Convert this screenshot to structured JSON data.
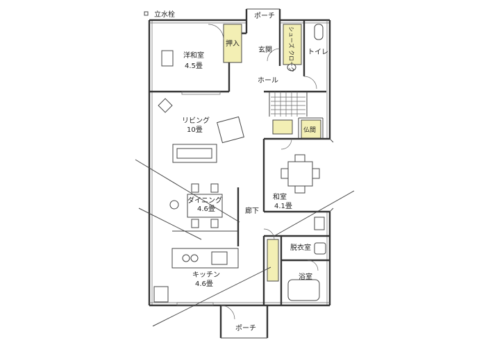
{
  "labels": {
    "water_valve": "立水栓",
    "porch_top": "ポーチ",
    "oshiire": "押入",
    "genkan": "玄関",
    "shoes_closet": "シューズ クローク",
    "toilet": "トイレ",
    "hall": "ホール",
    "western_room": "洋和室",
    "western_room_size": "4.5畳",
    "living": "リビング",
    "living_size": "10畳",
    "butsuma": "仏間",
    "japanese_room": "和室",
    "japanese_room_size": "4.1畳",
    "dining": "ダイニング",
    "dining_size": "4.6畳",
    "corridor": "廊下",
    "dressing": "脱衣室",
    "kitchen": "キッチン",
    "kitchen_size": "4.6畳",
    "bath": "浴室",
    "porch_bottom": "ポーチ"
  },
  "colors": {
    "closet_fill": "#f3efb4",
    "wall": "#333333",
    "background": "#ffffff"
  }
}
